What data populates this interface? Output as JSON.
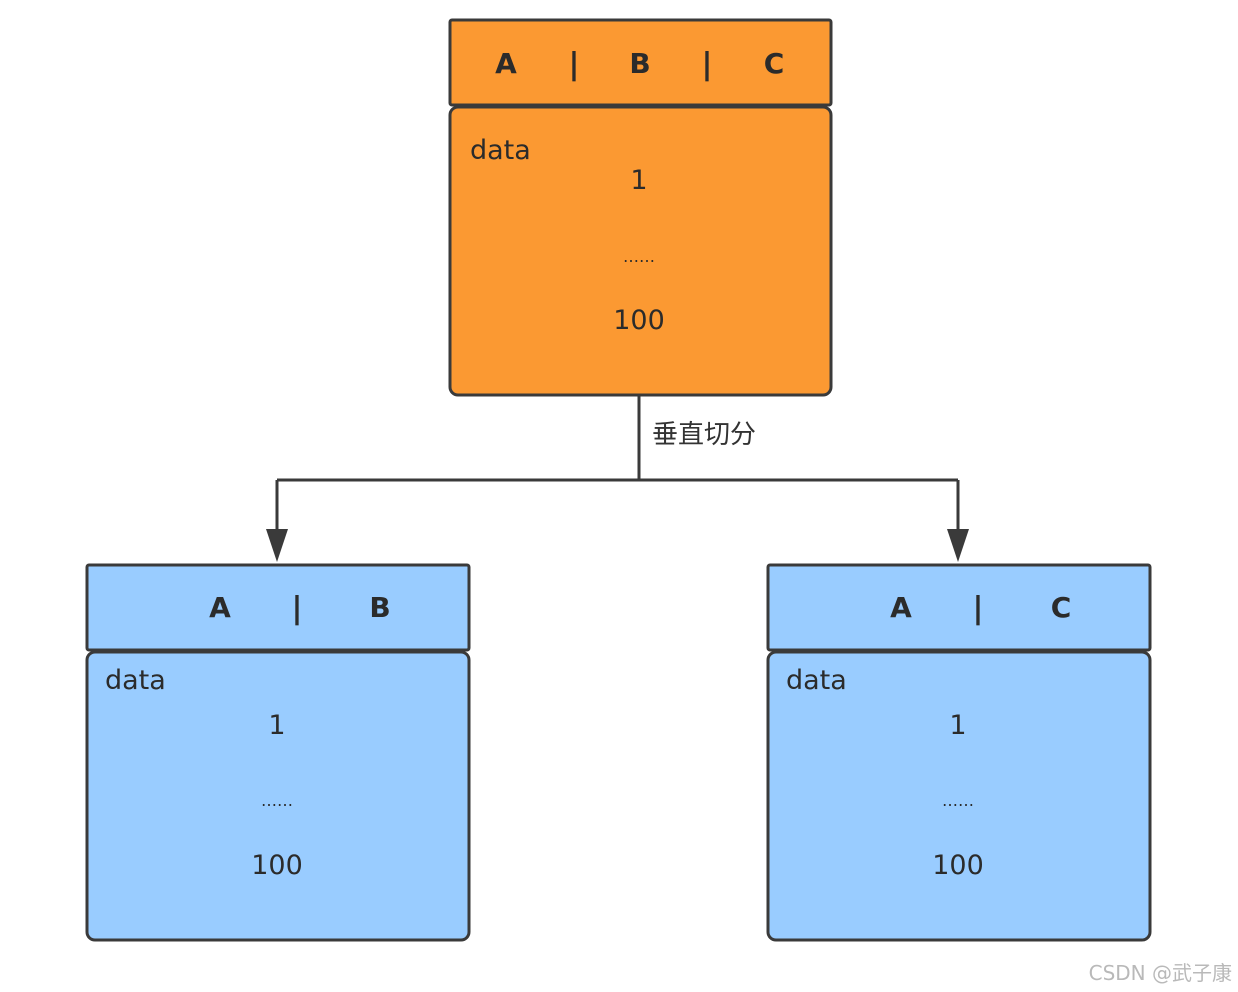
{
  "colors": {
    "source_fill": "#fb9932",
    "target_fill": "#99ccff",
    "stroke": "#3a3a3a",
    "connector": "#3a3a3a"
  },
  "source_table": {
    "columns": [
      "A",
      "B",
      "C"
    ],
    "separator": "|",
    "body_label": "data",
    "first_value": "1",
    "ellipsis": "……",
    "last_value": "100"
  },
  "split_label": "垂直切分",
  "left_table": {
    "columns": [
      "A",
      "B"
    ],
    "separator": "|",
    "body_label": "data",
    "first_value": "1",
    "ellipsis": "……",
    "last_value": "100"
  },
  "right_table": {
    "columns": [
      "A",
      "C"
    ],
    "separator": "|",
    "body_label": "data",
    "first_value": "1",
    "ellipsis": "……",
    "last_value": "100"
  },
  "watermark": "CSDN @武子康"
}
